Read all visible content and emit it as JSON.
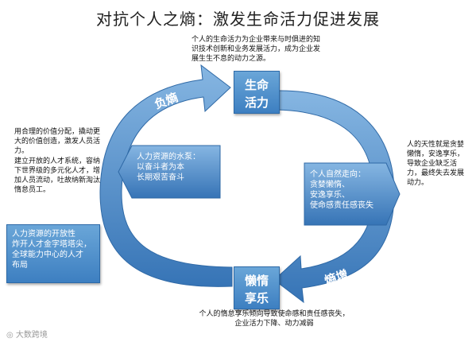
{
  "title": "对抗个人之熵：激发生命活力促进发展",
  "top_note": "个人的生命活力为企业带来与时俱进的知识技术创新和业务发展活力，成为企业发展生生不息的动力之源。",
  "left_note_1": "用合理的价值分配，撬动更大的价值创造，激发人员活力。",
  "left_note_2": "建立开放的人才系统，容纳下世界级的多元化人才，增加人员流动，吐故纳新淘汰惰怠员工。",
  "right_note": "人的天性就是贪婪懒惰，安逸享乐，导致企业缺乏活力，最终失去发展动力。",
  "bottom_note": "个人的惰怠享乐倾向导致使命感和责任感丧失，企业活力下降、动力减弱",
  "tile_top": [
    "生命",
    "活力"
  ],
  "tile_bottom": [
    "懒惰",
    "享乐"
  ],
  "arrow_top_label": "负熵",
  "arrow_bottom_label": "熵增",
  "callout_inner_left": [
    "人力资源的水泵：",
    "以奋斗者为本",
    "长期艰苦奋斗"
  ],
  "callout_inner_right": [
    "个人自然走向：",
    "贪婪懒惰、",
    "安逸享乐、",
    "使命感责任感丧失"
  ],
  "callout_outer_left": [
    "人力资源的开放性",
    "炸开人才金字塔塔尖，",
    "全球能力中心的人才",
    "布局"
  ],
  "watermark": "大数跨境",
  "colors": {
    "arrow": "#3f7fc0",
    "arrow_light": "#7fb0de",
    "box": "#4a8ac8"
  }
}
